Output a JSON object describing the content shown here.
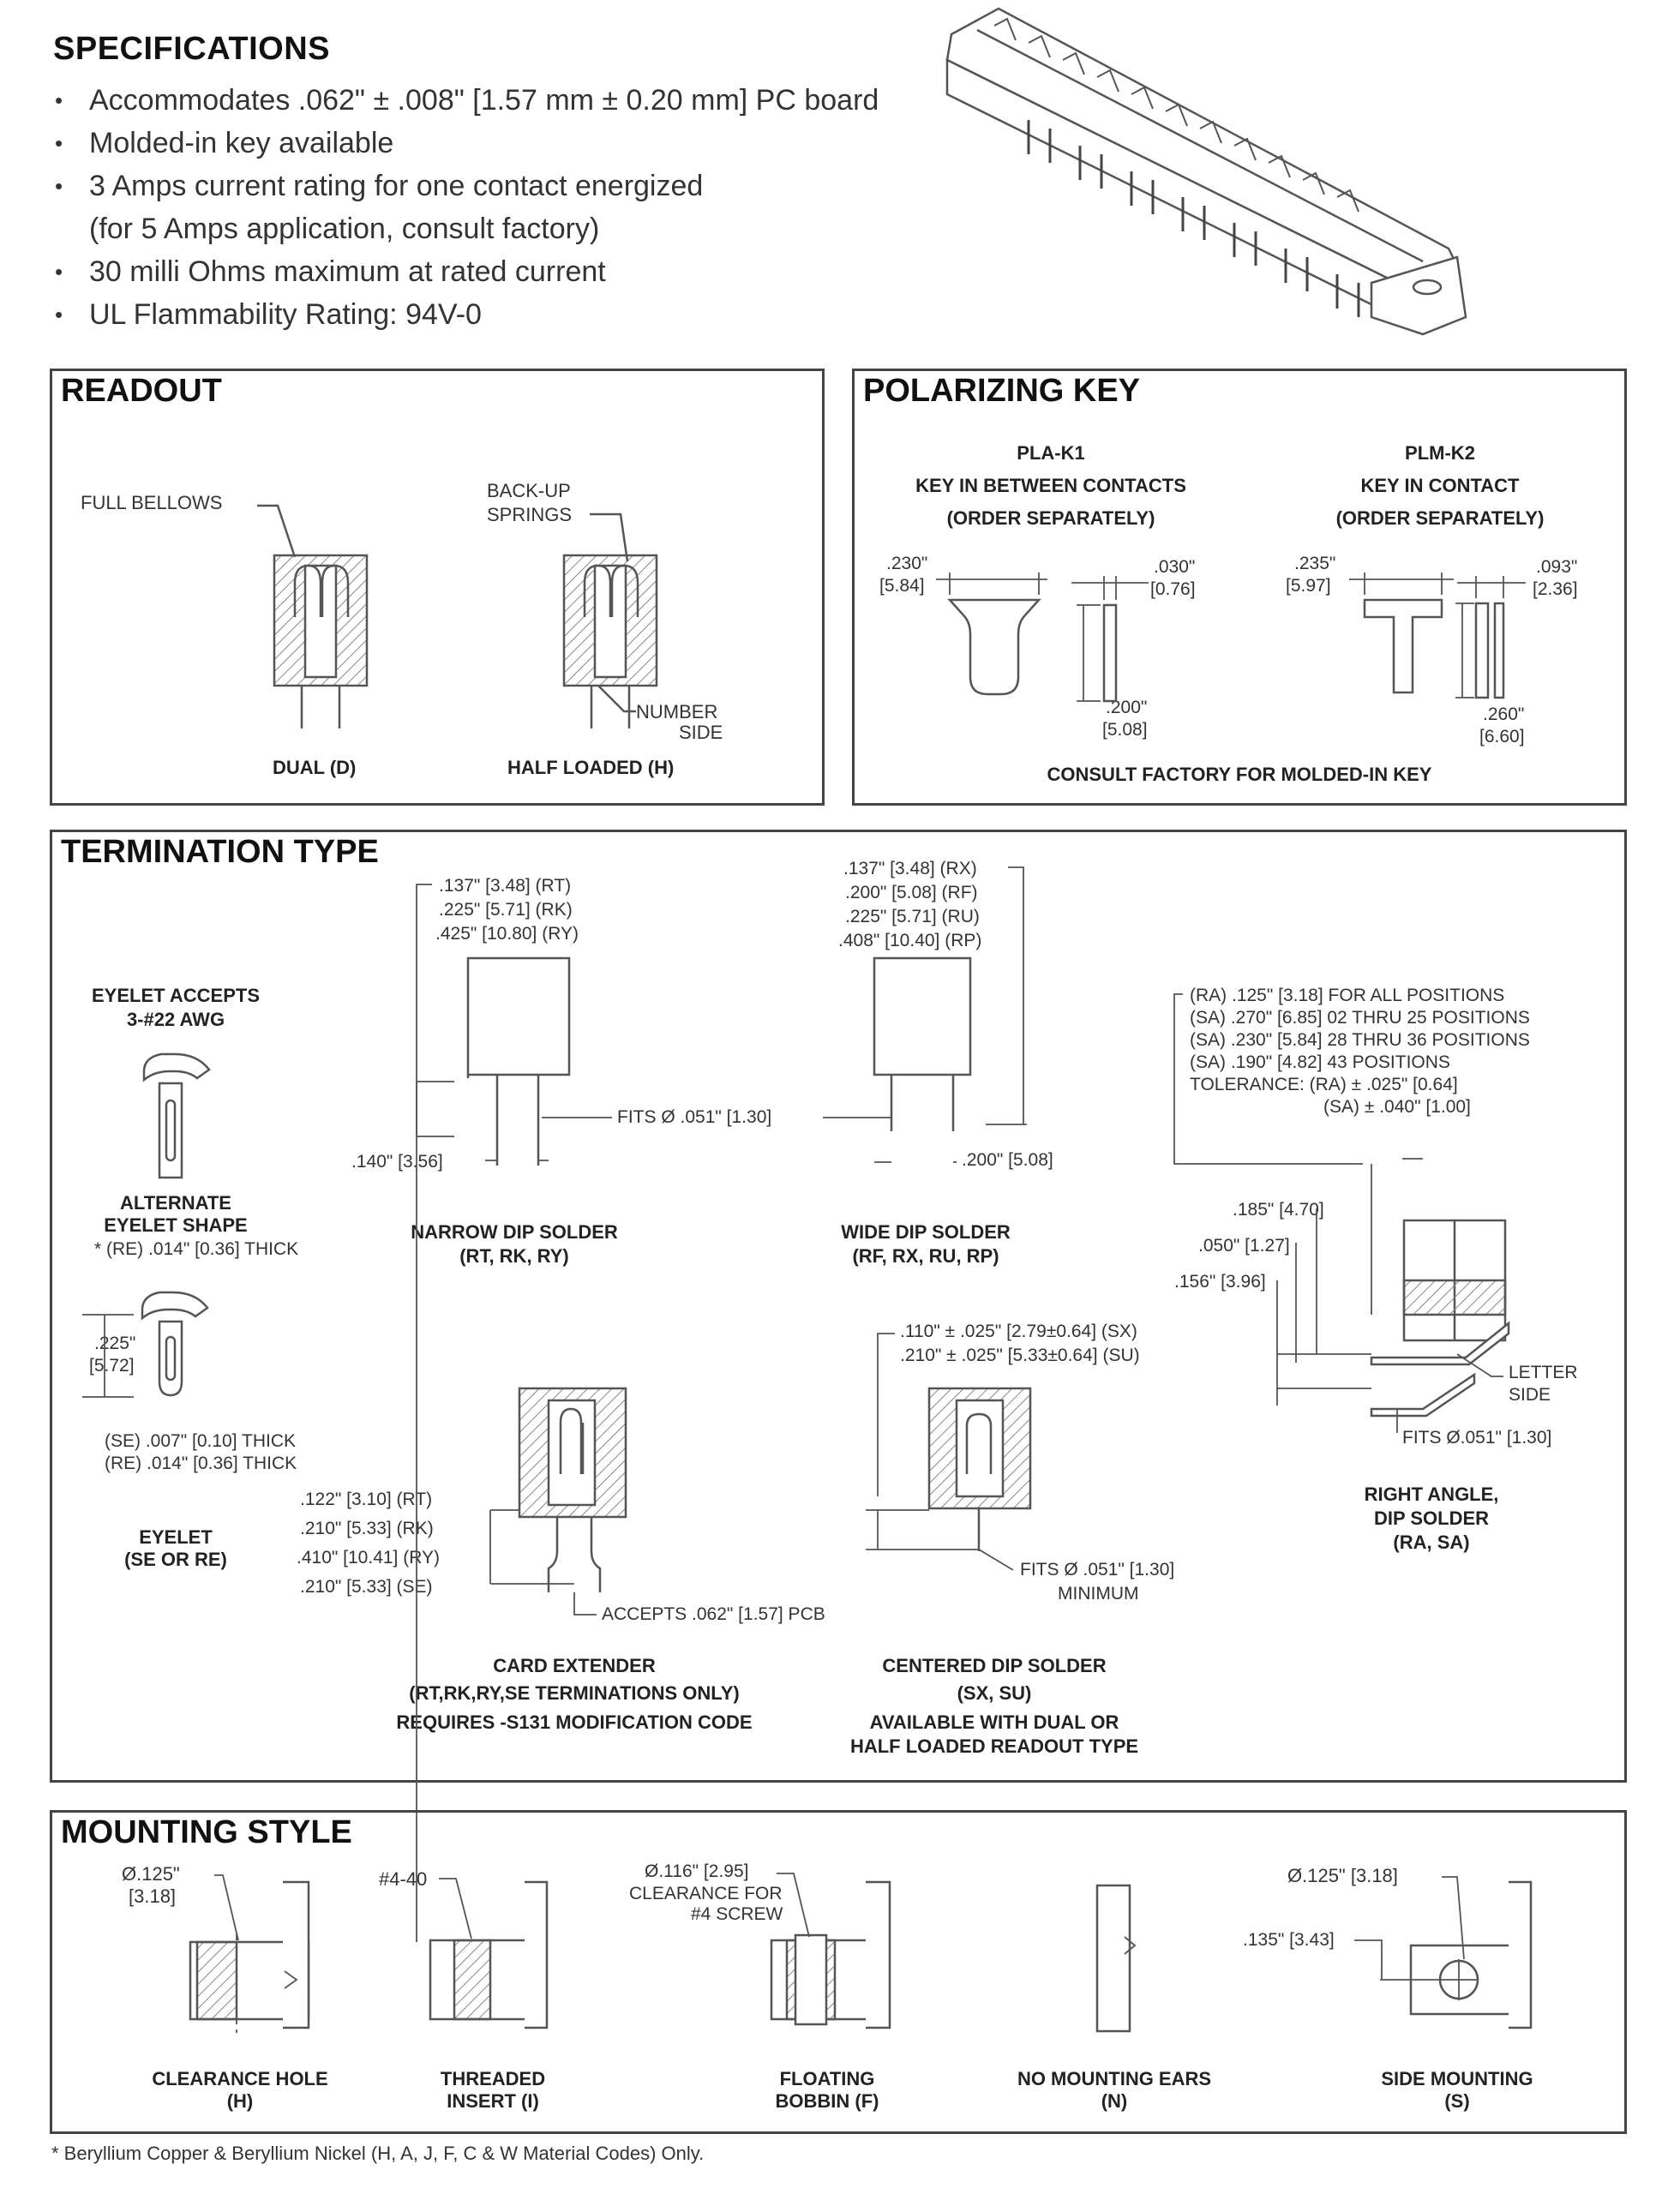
{
  "specifications": {
    "title": "SPECIFICATIONS",
    "items": [
      {
        "text": "Accommodates .062\" ± .008\" [1.57 mm ± 0.20 mm] PC board",
        "bullet": true
      },
      {
        "text": "Molded-in key available",
        "bullet": true
      },
      {
        "text": "3 Amps current rating for one contact energized",
        "bullet": true
      },
      {
        "text": "(for 5 Amps application, consult factory)",
        "bullet": false
      },
      {
        "text": "30 milli Ohms maximum at rated current",
        "bullet": true
      },
      {
        "text": "UL Flammability Rating: 94V-0",
        "bullet": true
      }
    ]
  },
  "readout": {
    "title": "READOUT",
    "full_bellows": "FULL BELLOWS",
    "backup_1": "BACK-UP",
    "backup_2": "SPRINGS",
    "number_1": "NUMBER",
    "number_2": "SIDE",
    "dual": "DUAL (D)",
    "half": "HALF LOADED (H)"
  },
  "polarizing": {
    "title": "POLARIZING KEY",
    "pla_name": "PLA-K1",
    "pla_desc": "KEY IN BETWEEN CONTACTS",
    "pla_order": "(ORDER SEPARATELY)",
    "plm_name": "PLM-K2",
    "plm_desc": "KEY IN CONTACT",
    "plm_order": "(ORDER SEPARATELY)",
    "d230a": ".230\"",
    "d230b": "[5.84]",
    "d030a": ".030\"",
    "d030b": "[0.76]",
    "d200a": ".200\"",
    "d200b": "[5.08]",
    "d235a": ".235\"",
    "d235b": "[5.97]",
    "d093a": ".093\"",
    "d093b": "[2.36]",
    "d260a": ".260\"",
    "d260b": "[6.60]",
    "consult": "CONSULT FACTORY FOR MOLDED-IN KEY"
  },
  "termination": {
    "title": "TERMINATION TYPE",
    "eyelet_accepts_1": "EYELET ACCEPTS",
    "eyelet_accepts_2": "3-#22 AWG",
    "alt_1": "ALTERNATE",
    "alt_2": "EYELET SHAPE",
    "alt_3": "* (RE) .014\" [0.36] THICK",
    "d225a": ".225\"",
    "d225b": "[5.72]",
    "se_thick": "(SE) .007\" [0.10] THICK",
    "re_thick": "(RE) .014\" [0.36] THICK",
    "eyelet_1": "EYELET",
    "eyelet_2": "(SE OR RE)",
    "narrow_l1": ".137\" [3.48]  (RT)",
    "narrow_l2": ".225\" [5.71]  (RK)",
    "narrow_l3": ".425\" [10.80] (RY)",
    "narrow_140": ".140\" [3.56]",
    "fits_051": "FITS Ø .051\" [1.30]",
    "narrow_cap_1": "NARROW DIP SOLDER",
    "narrow_cap_2": "(RT, RK, RY)",
    "wide_l1": ".137\" [3.48]  (RX)",
    "wide_l2": ".200\" [5.08]  (RF)",
    "wide_l3": ".225\" [5.71]  (RU)",
    "wide_l4": ".408\" [10.40] (RP)",
    "wide_200": ".200\" [5.08]",
    "wide_cap_1": "WIDE DIP SOLDER",
    "wide_cap_2": "(RF, RX, RU, RP)",
    "ra_l1": "(RA) .125\" [3.18]       FOR ALL POSITIONS",
    "ra_l2": "(SA) .270\" [6.85] 02 THRU 25 POSITIONS",
    "ra_l3": "(SA) .230\" [5.84] 28 THRU 36 POSITIONS",
    "ra_l4": "(SA) .190\" [4.82]              43 POSITIONS",
    "ra_l5": "TOLERANCE: (RA) ± .025\" [0.64]",
    "ra_l6": "(SA) ± .040\" [1.00]",
    "ra_185": ".185\" [4.70]",
    "ra_050": ".050\" [1.27]",
    "ra_156": ".156\" [3.96]",
    "letter_1": "LETTER",
    "letter_2": "SIDE",
    "ra_fits": "FITS Ø.051\" [1.30]",
    "ra_cap_1": "RIGHT ANGLE,",
    "ra_cap_2": "DIP SOLDER",
    "ra_cap_3": "(RA, SA)",
    "card_l1": ".122\" [3.10]  (RT)",
    "card_l2": ".210\" [5.33]  (RK)",
    "card_l3": ".410\" [10.41] (RY)",
    "card_l4": ".210\" [5.33]  (SE)",
    "accepts": "ACCEPTS .062\" [1.57] PCB",
    "card_cap_1": "CARD EXTENDER",
    "card_cap_2": "(RT,RK,RY,SE TERMINATIONS ONLY)",
    "card_cap_3": "REQUIRES -S131 MODIFICATION CODE",
    "ctr_l1": ".110\" ± .025\" [2.79±0.64] (SX)",
    "ctr_l2": ".210\" ± .025\" [5.33±0.64] (SU)",
    "ctr_fits": "FITS Ø .051\" [1.30]",
    "ctr_min": "MINIMUM",
    "ctr_cap_1": "CENTERED DIP SOLDER",
    "ctr_cap_2": "(SX, SU)",
    "ctr_cap_3": "AVAILABLE WITH DUAL OR",
    "ctr_cap_4": "HALF LOADED READOUT TYPE"
  },
  "mounting": {
    "title": "MOUNTING STYLE",
    "ch_dim_1": "Ø.125\"",
    "ch_dim_2": "[3.18]",
    "ch_cap_1": "CLEARANCE HOLE",
    "ch_cap_2": "(H)",
    "ti_dim": "#4-40",
    "ti_cap_1": "THREADED",
    "ti_cap_2": "INSERT (I)",
    "fb_dim_1": "Ø.116\" [2.95]",
    "fb_dim_2": "CLEARANCE FOR",
    "fb_dim_3": "#4 SCREW",
    "fb_cap_1": "FLOATING",
    "fb_cap_2": "BOBBIN (F)",
    "nm_cap_1": "NO MOUNTING EARS",
    "nm_cap_2": "(N)",
    "sm_dim_1": "Ø.125\" [3.18]",
    "sm_dim_2": ".135\" [3.43]",
    "sm_cap_1": "SIDE MOUNTING",
    "sm_cap_2": "(S)"
  },
  "footnote": "* Beryllium Copper & Beryllium Nickel (H, A, J, F, C & W Material Codes) Only."
}
